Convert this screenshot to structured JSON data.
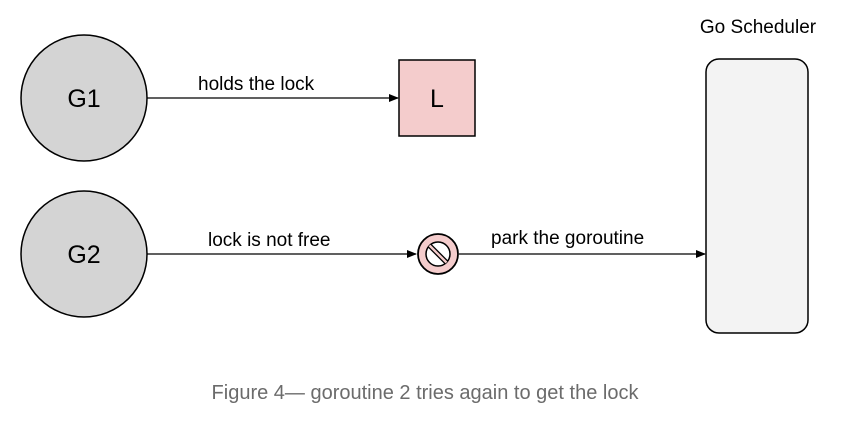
{
  "diagram": {
    "nodes": {
      "g1": {
        "label": "G1",
        "fill": "#d4d4d4"
      },
      "g2": {
        "label": "G2",
        "fill": "#d4d4d4"
      },
      "lock": {
        "label": "L",
        "fill": "#f4cccc"
      },
      "blocked": {
        "icon": "prohibited-icon",
        "fill": "#f4cccc"
      },
      "scheduler": {
        "title": "Go Scheduler",
        "fill": "#f3f3f3"
      }
    },
    "edges": {
      "g1_to_lock": "holds the lock",
      "g2_to_blocked": "lock is not free",
      "blocked_to_scheduler": "park the goroutine"
    },
    "stroke_color": "#000000"
  },
  "caption": "Figure 4— goroutine 2 tries again to get the lock",
  "colors": {
    "caption_text": "#6b6b6b",
    "background": "#ffffff"
  }
}
